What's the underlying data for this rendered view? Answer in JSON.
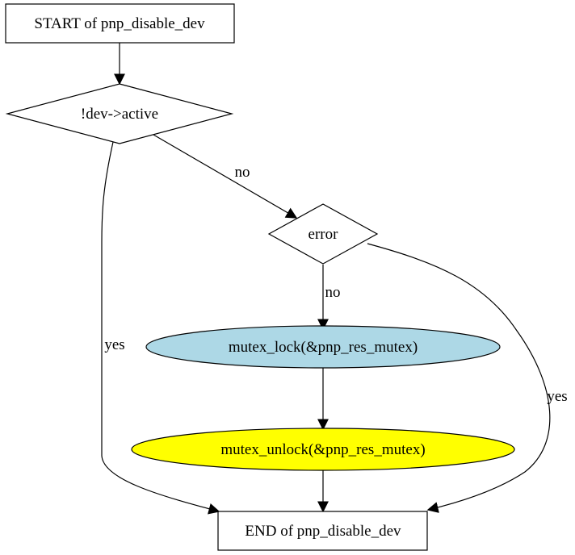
{
  "nodes": {
    "start": {
      "label": "START of pnp_disable_dev"
    },
    "check_active": {
      "label": "!dev->active"
    },
    "error": {
      "label": "error"
    },
    "lock": {
      "label": "mutex_lock(&pnp_res_mutex)",
      "fill": "#add8e6"
    },
    "unlock": {
      "label": "mutex_unlock(&pnp_res_mutex)",
      "fill": "#ffff00"
    },
    "end": {
      "label": "END of pnp_disable_dev"
    }
  },
  "edges": {
    "active_no": {
      "label": "no"
    },
    "active_yes": {
      "label": "yes"
    },
    "error_no": {
      "label": "no"
    },
    "error_yes": {
      "label": "yes"
    }
  }
}
